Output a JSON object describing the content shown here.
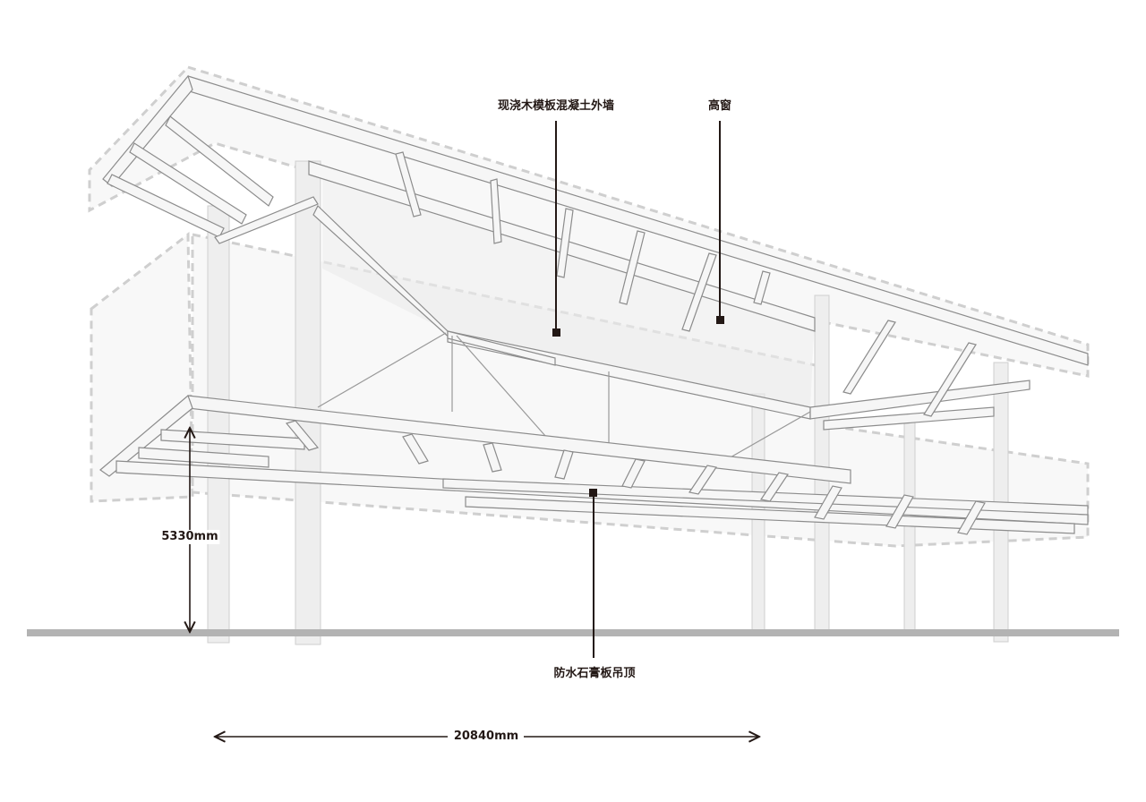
{
  "diagram": {
    "type": "architectural-axonometric-structure",
    "colors": {
      "background": "#ffffff",
      "structure_fill": "#f2f2f2",
      "structure_edge": "#8c8c8c",
      "dashed_outline": "#cfcfcf",
      "ground_line": "#b3b3b3",
      "annotation": "#231815"
    },
    "annotations": [
      {
        "id": "wall",
        "text": "现浇木模板混凝土外墙"
      },
      {
        "id": "clerestory",
        "text": "高窗"
      },
      {
        "id": "ceiling",
        "text": "防水石膏板吊顶"
      }
    ],
    "dimensions": {
      "height": "5330mm",
      "span": "20840mm"
    }
  }
}
